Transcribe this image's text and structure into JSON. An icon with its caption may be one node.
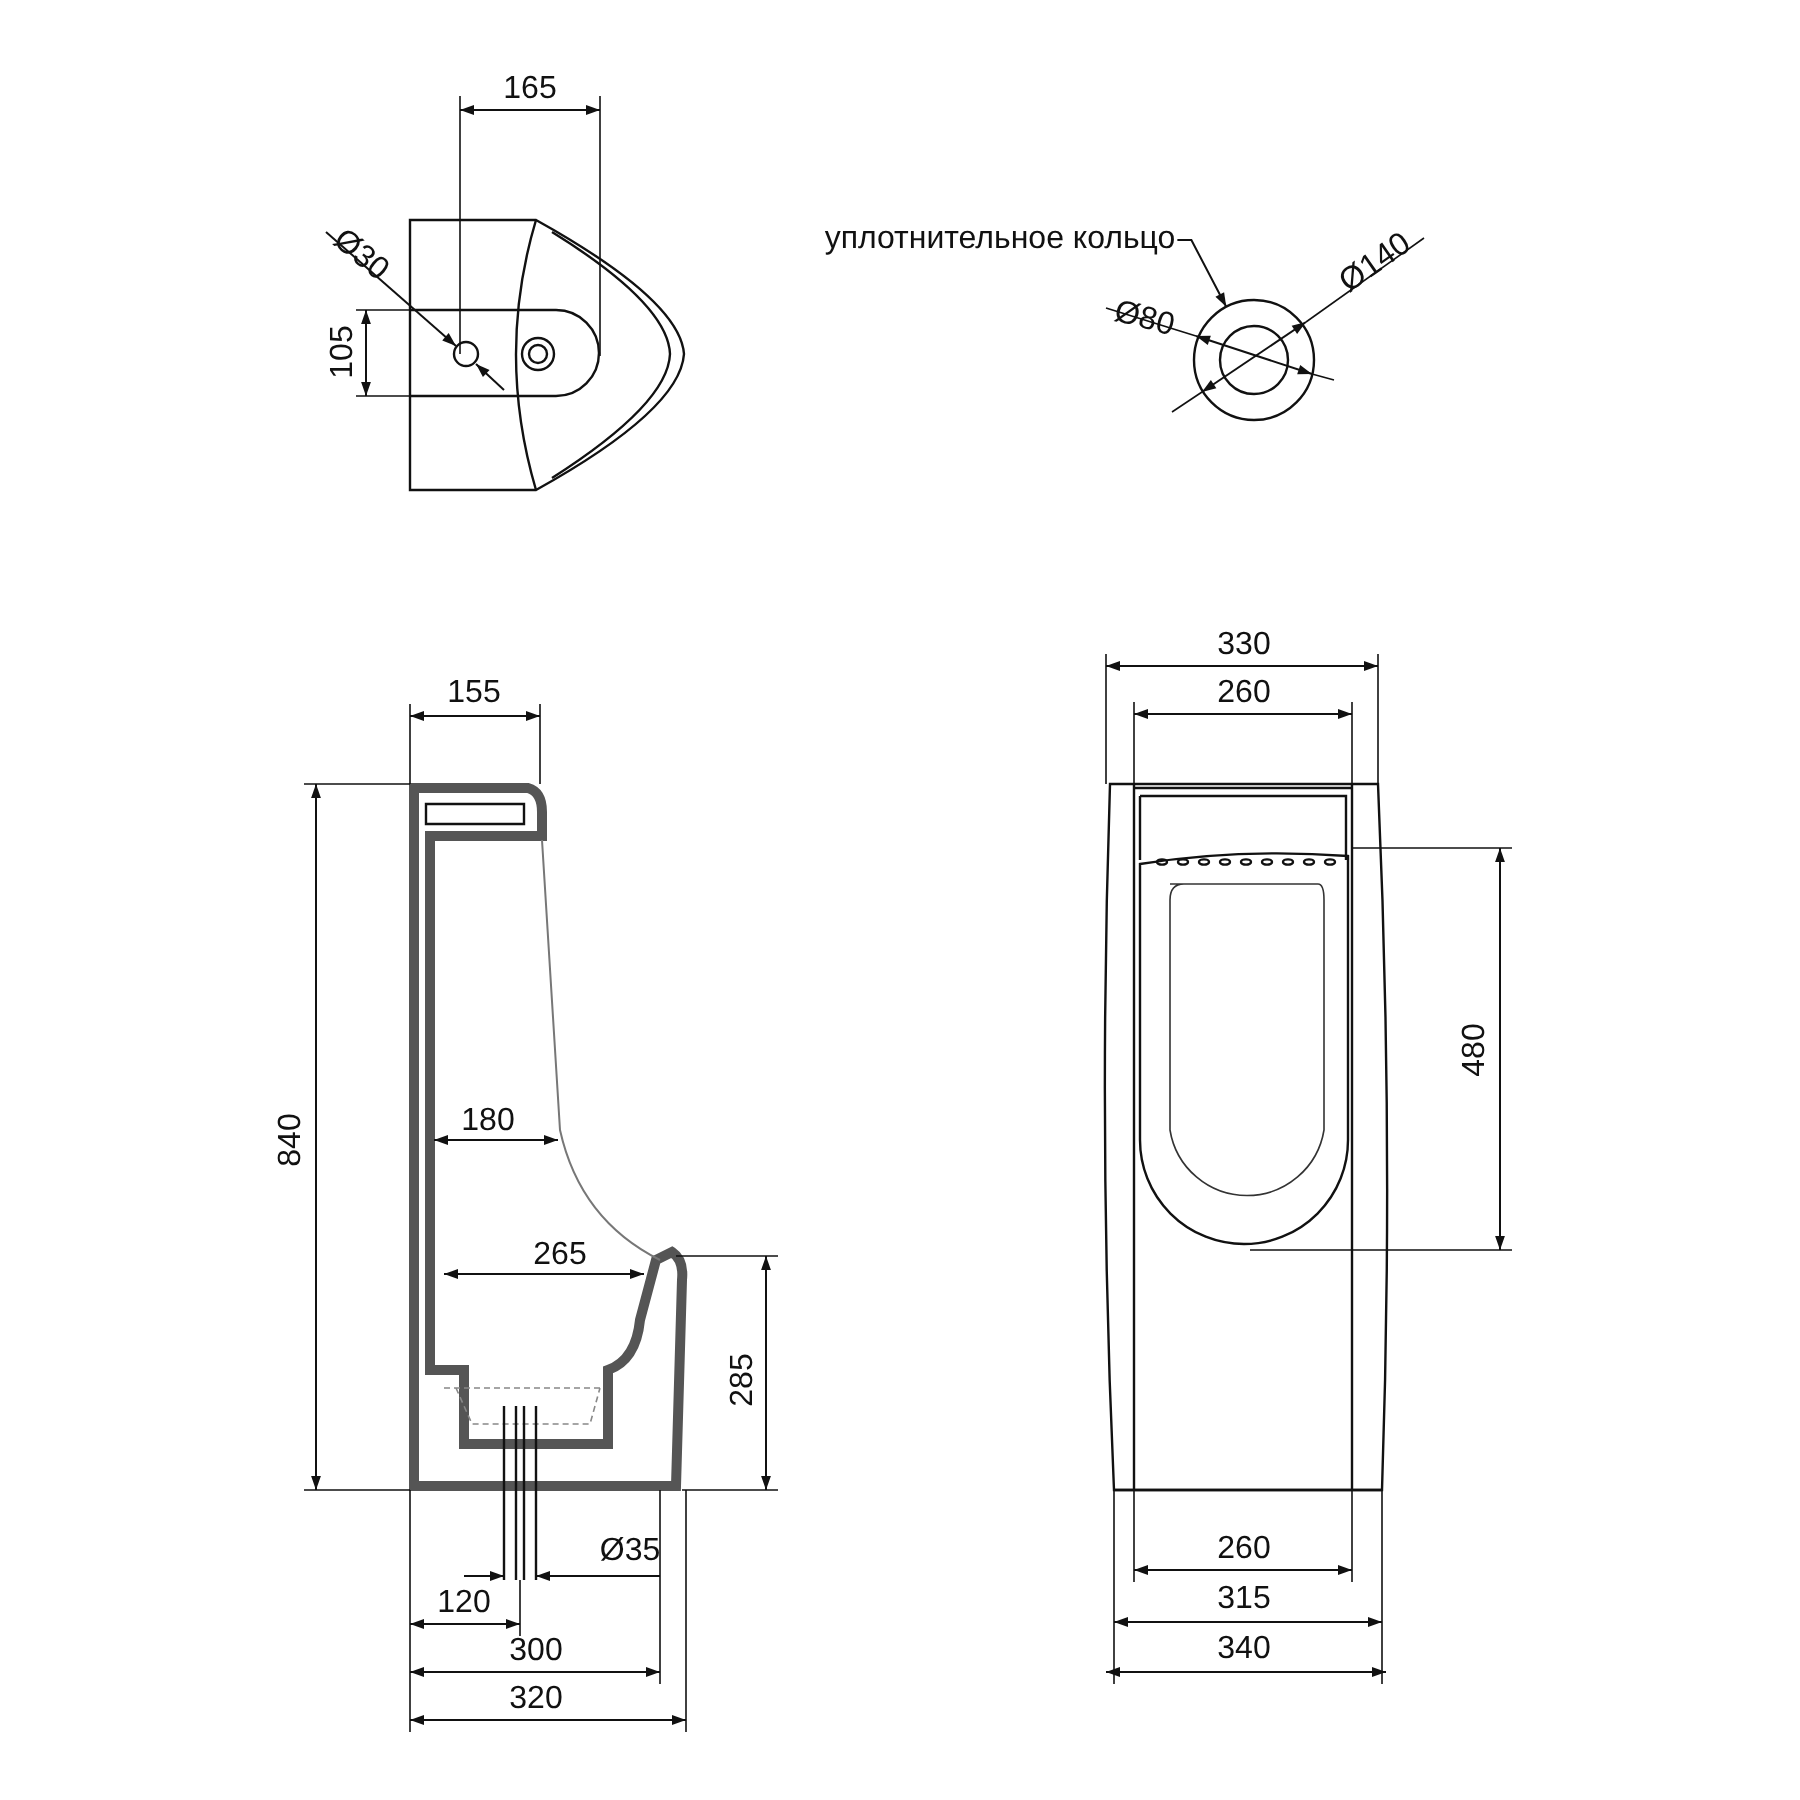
{
  "diagram": {
    "nodes": [
      {
        "text": [
          "уплотнительное кольцо"
        ]
      },
      {
        "text": [],
        "shape": "circle"
      }
    ],
    "edges": [
      {
        "from": 0,
        "to": 1,
        "arrow": "to"
      }
    ],
    "labels": [
      "165",
      "Ø30",
      "105",
      "Ø140",
      "Ø80",
      "155",
      "840",
      "180",
      "265",
      "285",
      "Ø35",
      "120",
      "300",
      "320",
      "330",
      "260",
      "480",
      "260",
      "315",
      "340"
    ]
  }
}
